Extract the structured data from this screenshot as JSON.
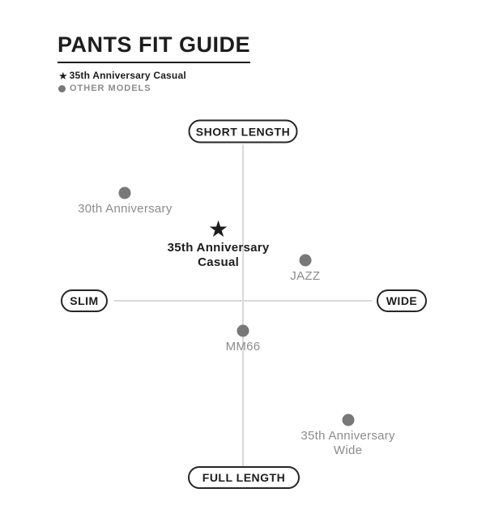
{
  "page": {
    "title": "PANTS FIT GUIDE"
  },
  "icons": {
    "star": "★",
    "dot": "●"
  },
  "legend": {
    "items": [
      {
        "symbol": "star",
        "label": "35th Anniversary Casual"
      },
      {
        "symbol": "dot",
        "label": "OTHER MODELS"
      }
    ]
  },
  "axes": {
    "top": "SHORT LENGTH",
    "bottom": "FULL LENGTH",
    "left": "SLIM",
    "right": "WIDE"
  },
  "chart_data": {
    "type": "scatter",
    "title": "PANTS FIT GUIDE",
    "x_axis": {
      "label_left": "SLIM",
      "label_right": "WIDE",
      "range": [
        -1,
        1
      ]
    },
    "y_axis": {
      "label_top": "SHORT LENGTH",
      "label_bottom": "FULL LENGTH",
      "range": [
        -1,
        1
      ]
    },
    "legend": [
      "star = 35th Anniversary Casual",
      "dot = OTHER MODELS"
    ],
    "grid": false,
    "points": [
      {
        "name": "30th Anniversary",
        "marker": "dot",
        "x": -0.91,
        "y": 0.69,
        "label_lines": [
          "30th Anniversary"
        ]
      },
      {
        "name": "35th Anniversary Casual",
        "marker": "star",
        "x": -0.19,
        "y": 0.45,
        "label_lines": [
          "35th Anniversary",
          "Casual"
        ]
      },
      {
        "name": "JAZZ",
        "marker": "dot",
        "x": 0.48,
        "y": 0.26,
        "label_lines": [
          "JAZZ"
        ]
      },
      {
        "name": "MM66",
        "marker": "dot",
        "x": 0.0,
        "y": -0.19,
        "label_lines": [
          "MM66"
        ]
      },
      {
        "name": "35th Anniversary Wide",
        "marker": "dot",
        "x": 0.81,
        "y": -0.76,
        "label_lines": [
          "35th Anniversary",
          "Wide"
        ]
      }
    ]
  },
  "colors": {
    "ink": "#1d1d1d",
    "dot_gray": "#787878",
    "label_gray": "#8c8c8c",
    "axis_line": "#d9d9d9",
    "pill_border": "#262626",
    "background": "#ffffff"
  }
}
